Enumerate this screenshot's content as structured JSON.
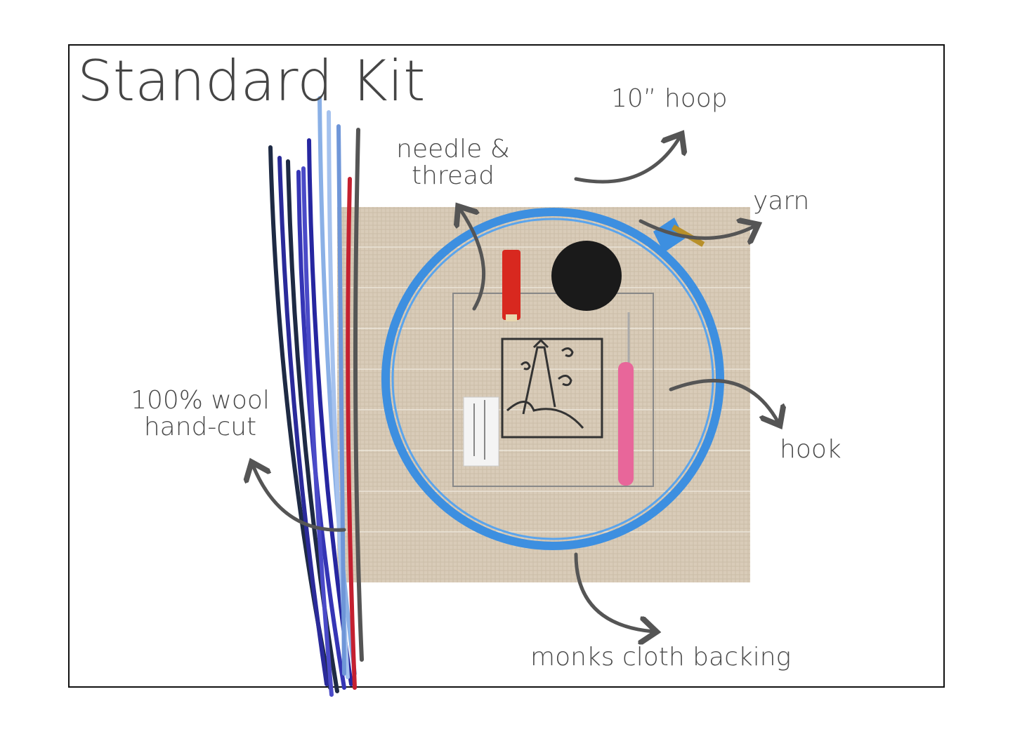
{
  "title": "Standard Kit",
  "labels": {
    "hoop": "10” hoop",
    "needle_line1": "needle &",
    "needle_line2": "thread",
    "yarn": "yarn",
    "wool_line1": "100% wool",
    "wool_line2": "hand-cut",
    "hook": "hook",
    "backing": "monks cloth backing"
  },
  "colors": {
    "hoop": "#3d8fe0",
    "cloth": "#d9ccb9",
    "arrow": "#555555",
    "thread": "#d8281f",
    "hook": "#e8669a"
  }
}
